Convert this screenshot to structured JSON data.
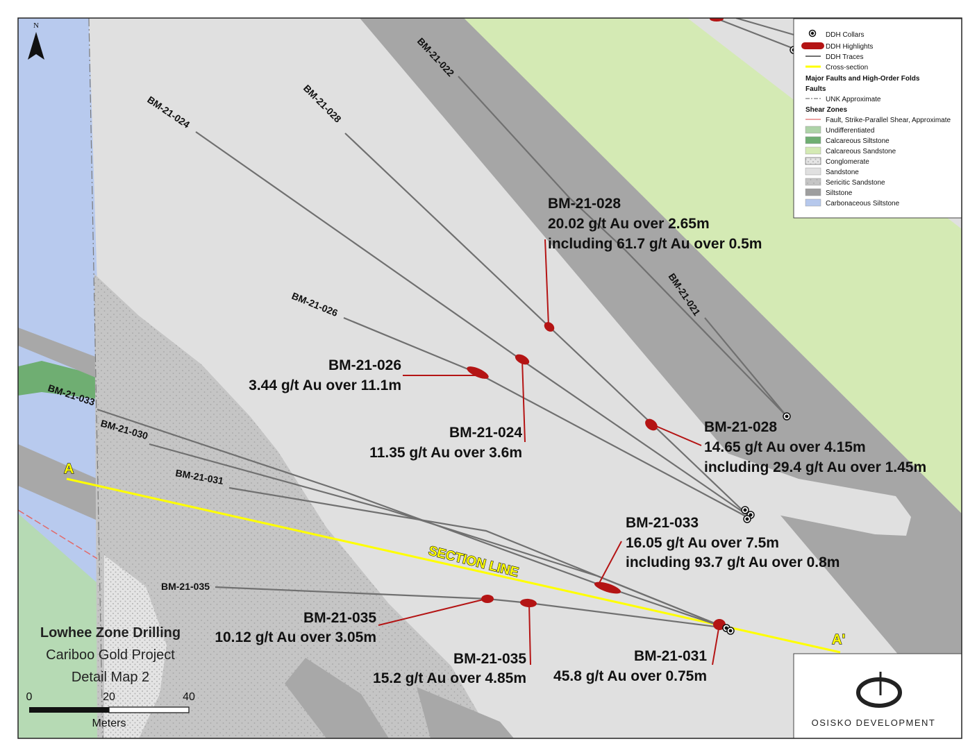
{
  "map": {
    "north_label": "N",
    "section_line_label": "SECTION LINE",
    "section_start_label": "A",
    "section_end_label": "A'"
  },
  "holes": {
    "bm21_022": "BM-21-022",
    "bm21_028": "BM-21-028",
    "bm21_024": "BM-21-024",
    "bm21_026": "BM-21-026",
    "bm21_021": "BM-21-021",
    "bm21_033": "BM-21-033",
    "bm21_030": "BM-21-030",
    "bm21_031": "BM-21-031",
    "bm21_035": "BM-21-035"
  },
  "annotations": {
    "a028_top": {
      "hole": "BM-21-028",
      "line1": "20.02 g/t Au over 2.65m",
      "line2": "including 61.7 g/t Au over 0.5m"
    },
    "a026": {
      "hole": "BM-21-026",
      "line1": "3.44 g/t Au over 11.1m"
    },
    "a024": {
      "hole": "BM-21-024",
      "line1": "11.35 g/t Au over 3.6m"
    },
    "a028_low": {
      "hole": "BM-21-028",
      "line1": "14.65 g/t Au over 4.15m",
      "line2": "including 29.4 g/t Au over 1.45m"
    },
    "a033": {
      "hole": "BM-21-033",
      "line1": "16.05 g/t Au over 7.5m",
      "line2": "including 93.7 g/t Au over 0.8m"
    },
    "a035_left": {
      "hole": "BM-21-035",
      "line1": "10.12 g/t Au over 3.05m"
    },
    "a035_right": {
      "hole": "BM-21-035",
      "line1": "15.2 g/t Au over 4.85m"
    },
    "a031": {
      "hole": "BM-21-031",
      "line1": "45.8 g/t Au over 0.75m"
    }
  },
  "title_block": {
    "title": "Lowhee Zone Drilling",
    "subtitle": "Cariboo Gold Project",
    "map_name": "Detail Map 2"
  },
  "scale_bar": {
    "ticks": [
      "0",
      "20",
      "40"
    ],
    "unit": "Meters"
  },
  "legend": {
    "collars": "DDH Collars",
    "highlights": "DDH Highlights",
    "traces": "DDH Traces",
    "cross_section": "Cross-section",
    "faults_header": "Major Faults and High-Order Folds",
    "faults_sub": "Faults",
    "unk_approx": "UNK Approximate",
    "shear_header": "Shear Zones",
    "shear_fault": "Fault, Strike-Parallel Shear, Approximate",
    "units": [
      {
        "label": "Undifferentiated",
        "color": "#aed3a8"
      },
      {
        "label": "Calcareous Siltstone",
        "color": "#6fae72"
      },
      {
        "label": "Calcareous Sandstone",
        "color": "#d4eab4"
      },
      {
        "label": "Conglomerate",
        "color": "#d9d9d9"
      },
      {
        "label": "Sandstone",
        "color": "#e0e0e0"
      },
      {
        "label": "Sericitic Sandstone",
        "color": "#c8c8c8"
      },
      {
        "label": "Siltstone",
        "color": "#9e9e9e"
      },
      {
        "label": "Carbonaceous Siltstone",
        "color": "#b6c8ec"
      }
    ]
  },
  "logo": {
    "text": "OSISKO DEVELOPMENT"
  },
  "colors": {
    "sandstone": "#e0e0e0",
    "siltstone": "#a6a6a6",
    "carbonaceous_siltstone": "#b8caee",
    "calcareous_sandstone": "#d4eab4",
    "calcareous_siltstone": "#6fae72",
    "undifferentiated": "#b6dab4",
    "highlight": "#b41414",
    "trace": "#707070",
    "section_line": "#ffff00"
  }
}
